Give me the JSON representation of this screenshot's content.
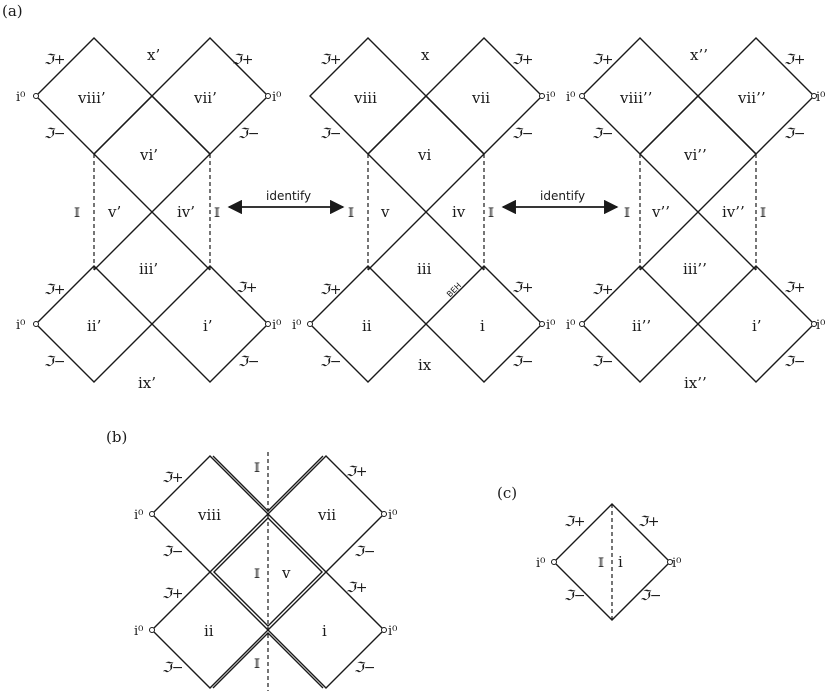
{
  "panels": {
    "a": "(a)",
    "b": "(b)",
    "c": "(c)"
  },
  "symbols": {
    "scri_plus": "ℑ+",
    "scri_minus": "ℑ−",
    "i0": "i⁰",
    "I_bar": "𝕀"
  },
  "arrows": {
    "identify_left": "identify",
    "identify_right": "identify"
  },
  "diagram_left": {
    "top": "x’",
    "tl": "viii’",
    "tr": "vii’",
    "mid_top": "vi’",
    "left": "v’",
    "right": "iv’",
    "mid_bot": "iii’",
    "bl": "ii’",
    "br": "i’",
    "bottom": "ix’"
  },
  "diagram_center": {
    "top": "x",
    "tl": "viii",
    "tr": "vii",
    "mid_top": "vi",
    "left": "v",
    "right": "iv",
    "mid_bot": "iii",
    "bl": "ii",
    "br": "i",
    "bottom": "ix",
    "beh": "BEH"
  },
  "diagram_right": {
    "top": "x’’",
    "tl": "viii’’",
    "tr": "vii’’",
    "mid_top": "vi’’",
    "left": "v’’",
    "right": "iv’’",
    "mid_bot": "iii’’",
    "bl": "ii’’",
    "br": "i’",
    "bottom": "ix’’"
  },
  "diagram_b": {
    "tl": "viii",
    "tr": "vii",
    "center": "v",
    "bl": "ii",
    "br": "i"
  },
  "diagram_c": {
    "center": "i"
  }
}
